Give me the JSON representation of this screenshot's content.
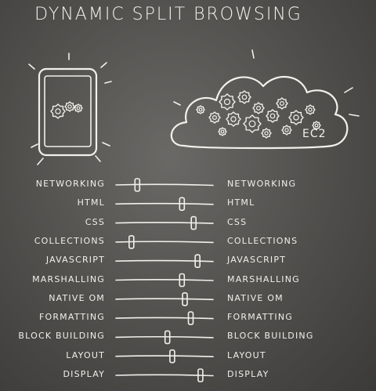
{
  "title": "DYNAMIC SPLIT BROWSING",
  "cloud_label": "EC2",
  "rows": [
    {
      "left": "NETWORKING",
      "right": "NETWORKING",
      "level": 0.22
    },
    {
      "left": "HTML",
      "right": "HTML",
      "level": 0.68
    },
    {
      "left": "CSS",
      "right": "CSS",
      "level": 0.8
    },
    {
      "left": "COLLECTIONS",
      "right": "COLLECTIONS",
      "level": 0.16
    },
    {
      "left": "JAVASCRIPT",
      "right": "JAVASCRIPT",
      "level": 0.84
    },
    {
      "left": "MARSHALLING",
      "right": "MARSHALLING",
      "level": 0.68
    },
    {
      "left": "NATIVE OM",
      "right": "NATIVE OM",
      "level": 0.71
    },
    {
      "left": "FORMATTING",
      "right": "FORMATTING",
      "level": 0.77
    },
    {
      "left": "BLOCK BUILDING",
      "right": "BLOCK BUILDING",
      "level": 0.53
    },
    {
      "left": "LAYOUT",
      "right": "LAYOUT",
      "level": 0.58
    },
    {
      "left": "DISPLAY",
      "right": "DISPLAY",
      "level": 0.87
    }
  ],
  "icons": [
    "phone-icon",
    "cloud-icon",
    "gear-icon"
  ],
  "colors": {
    "background": "#4f4e4b",
    "chalk": "#f1f1ea"
  }
}
